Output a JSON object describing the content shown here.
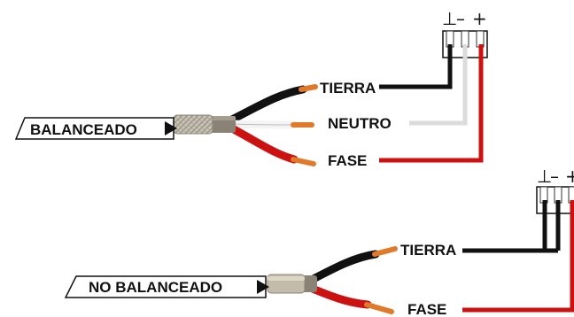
{
  "balanced": {
    "tag": "BALANCEADO",
    "connector_symbols": {
      "ground": "⊥",
      "minus": "–",
      "plus": "+"
    },
    "wires": [
      {
        "label": "TIERRA",
        "color": "#111111"
      },
      {
        "label": "NEUTRO",
        "color": "#e6e6e6"
      },
      {
        "label": "FASE",
        "color": "#cc1111"
      }
    ]
  },
  "unbalanced": {
    "tag": "NO BALANCEADO",
    "connector_symbols": {
      "ground": "⊥",
      "minus": "–",
      "plus": "+"
    },
    "wires": [
      {
        "label": "TIERRA",
        "color": "#111111"
      },
      {
        "label": "FASE",
        "color": "#cc1111"
      }
    ]
  },
  "colors": {
    "copper": "#e07a2a",
    "shield": "#b9b3a6",
    "jacket": "#8a8275",
    "wire_black": "#111111",
    "wire_white": "#e6e6e6",
    "wire_red": "#cc1111"
  }
}
